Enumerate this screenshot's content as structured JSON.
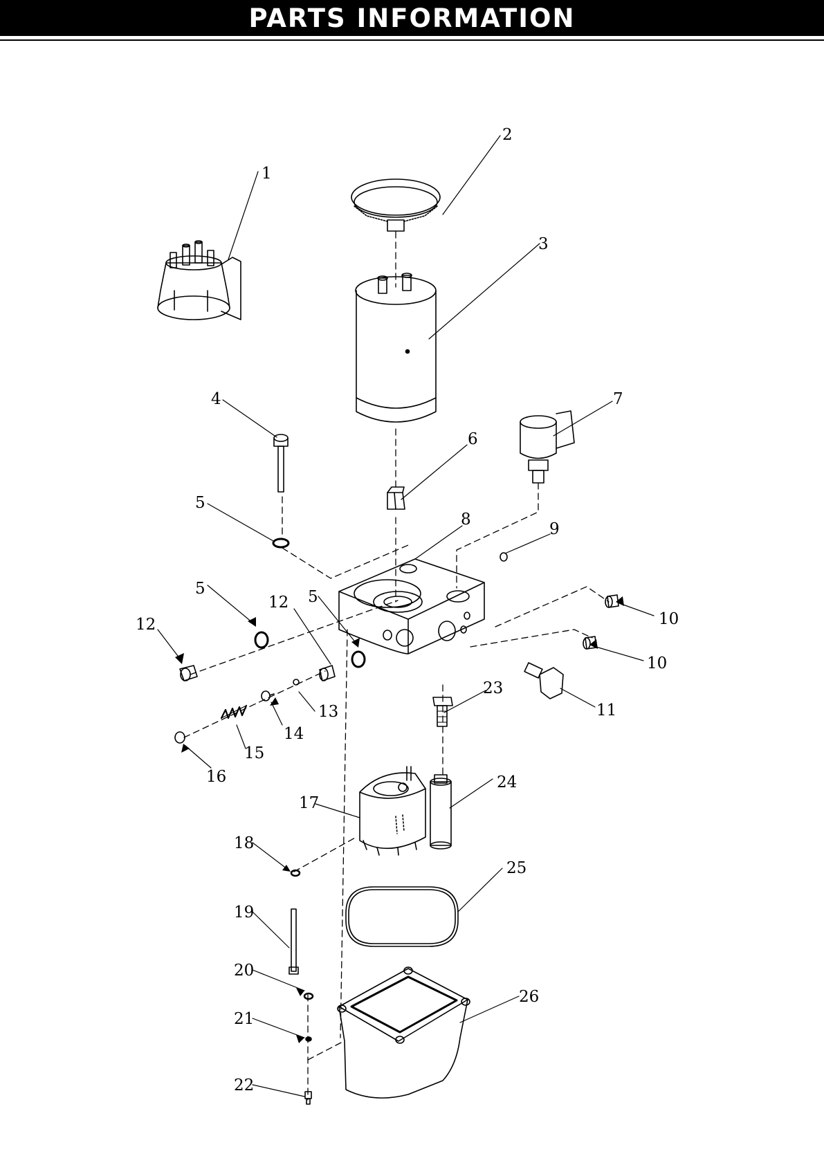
{
  "header": {
    "title": "PARTS INFORMATION"
  },
  "diagram": {
    "type": "exploded-parts-view",
    "part_numbers": [
      "1",
      "2",
      "3",
      "4",
      "5",
      "6",
      "7",
      "8",
      "9",
      "10",
      "11",
      "12",
      "13",
      "14",
      "15",
      "16",
      "17",
      "18",
      "19",
      "20",
      "21",
      "22",
      "23",
      "24",
      "25",
      "26"
    ],
    "callouts": {
      "c1": "1",
      "c2": "2",
      "c3": "3",
      "c4": "4",
      "c5a": "5",
      "c5b": "5",
      "c5c": "5",
      "c6": "6",
      "c7": "7",
      "c8": "8",
      "c9": "9",
      "c10a": "10",
      "c10b": "10",
      "c11": "11",
      "c12a": "12",
      "c12b": "12",
      "c13": "13",
      "c14": "14",
      "c15": "15",
      "c16": "16",
      "c17": "17",
      "c18": "18",
      "c19": "19",
      "c20": "20",
      "c21": "21",
      "c22": "22",
      "c23": "23",
      "c24": "24",
      "c25": "25",
      "c26": "26"
    }
  }
}
